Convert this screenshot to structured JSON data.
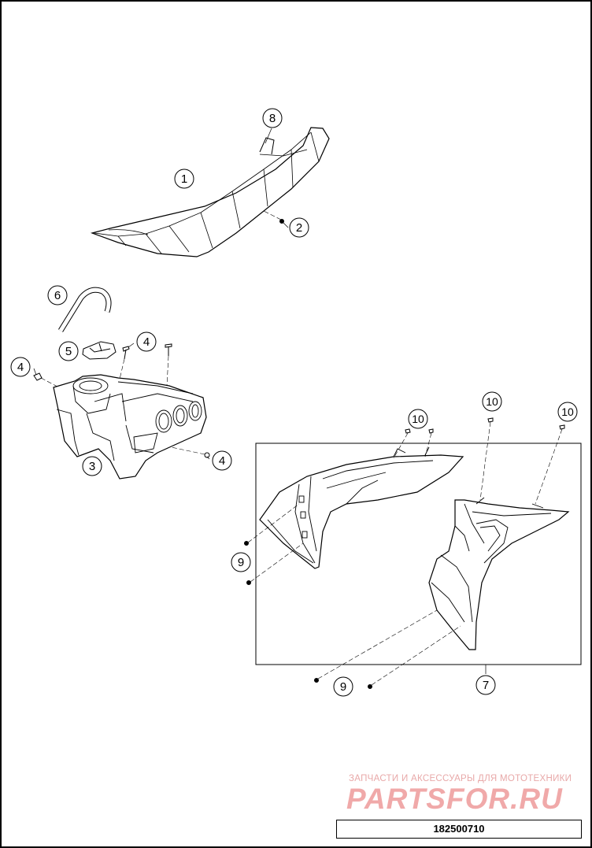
{
  "callouts": [
    {
      "id": "seat",
      "label": "1"
    },
    {
      "id": "seat-screw",
      "label": "2"
    },
    {
      "id": "fuel-tank",
      "label": "3"
    },
    {
      "id": "screw-top",
      "label": "4"
    },
    {
      "id": "screw-left",
      "label": "4"
    },
    {
      "id": "screw-side",
      "label": "4"
    },
    {
      "id": "tank-cap",
      "label": "5"
    },
    {
      "id": "breather-hose",
      "label": "6"
    },
    {
      "id": "side-panel-kit",
      "label": "7"
    },
    {
      "id": "seat-fixing",
      "label": "8"
    },
    {
      "id": "panel-screw-left",
      "label": "9"
    },
    {
      "id": "panel-screw-bottom",
      "label": "9"
    },
    {
      "id": "panel-bolt-left",
      "label": "10"
    },
    {
      "id": "panel-bolt-mid",
      "label": "10"
    },
    {
      "id": "panel-bolt-right",
      "label": "10"
    }
  ],
  "watermark": {
    "tagline": "ЗАПЧАСТИ И АКСЕССУАРЫ ДЛЯ МОТОТЕХНИКИ",
    "brand": "PARTSFOR.RU"
  },
  "diagram_id": "182500710",
  "colors": {
    "line": "#000000",
    "watermark": "#e56464"
  }
}
